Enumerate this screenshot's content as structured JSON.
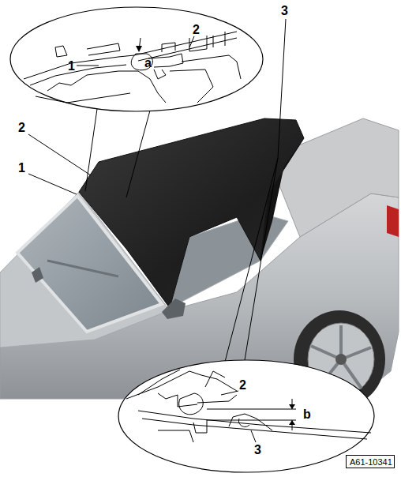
{
  "diagram": {
    "nodes": [
      {
        "text": [
          "A61-10341"
        ]
      }
    ],
    "labels": [
      "1",
      "a",
      "2",
      "3",
      "2",
      "1",
      "2",
      "b",
      "3"
    ]
  }
}
